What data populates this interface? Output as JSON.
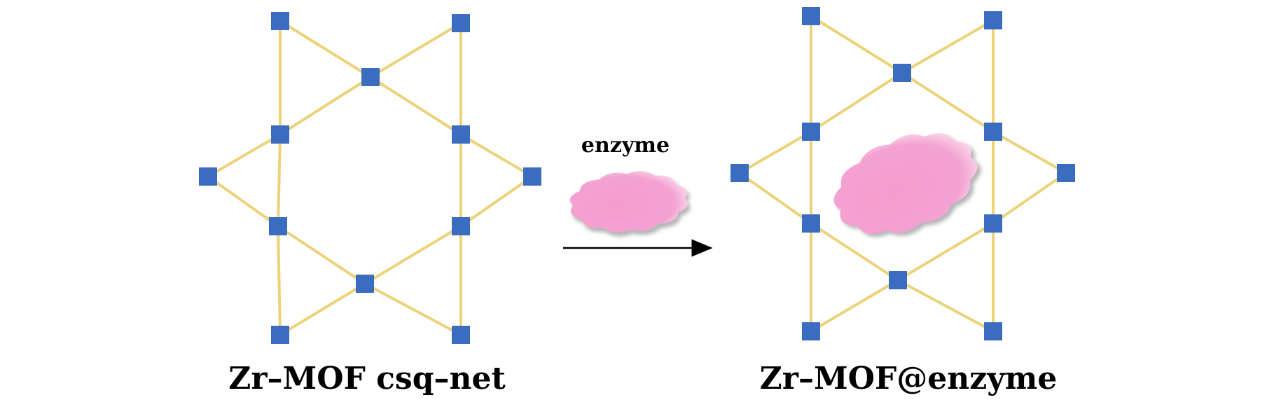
{
  "labels": {
    "left_title": "Zr–MOF csq–net",
    "right_title": "Zr–MOF@enzyme",
    "arrow_label": "enzyme"
  },
  "colors": {
    "node": "#3a6cc0",
    "linker": "#ecd37a",
    "enzyme": "#f59ccd",
    "arrow": "#000000"
  }
}
